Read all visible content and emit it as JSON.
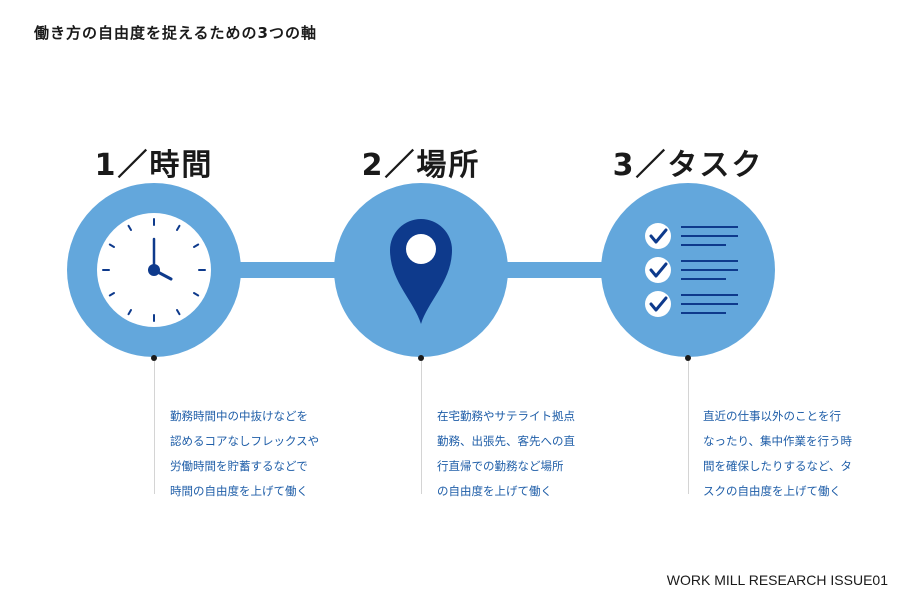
{
  "title": "働き方の自由度を捉えるための3つの軸",
  "axes": [
    {
      "heading": "1／時間",
      "icon": "clock-icon",
      "lines": [
        "勤務時間中の中抜けなどを",
        "認めるコアなしフレックスや",
        "労働時間を貯蓄するなどで",
        "時間の自由度を上げて働く"
      ]
    },
    {
      "heading": "2／場所",
      "icon": "map-pin-icon",
      "lines": [
        "在宅勤務やサテライト拠点",
        "勤務、出張先、客先への直",
        "行直帰での勤務など場所",
        "の自由度を上げて働く"
      ]
    },
    {
      "heading": "3／タスク",
      "icon": "checklist-icon",
      "lines": [
        "直近の仕事以外のことを行",
        "なったり、集中作業を行う時",
        "間を確保したりするなど、タ",
        "スクの自由度を上げて働く"
      ]
    }
  ],
  "colors": {
    "circle": "#63a7dc",
    "icon_dark": "#0e3a8c",
    "text_blue": "#1f5ea8"
  },
  "footer": "WORK MILL RESEARCH ISSUE01"
}
